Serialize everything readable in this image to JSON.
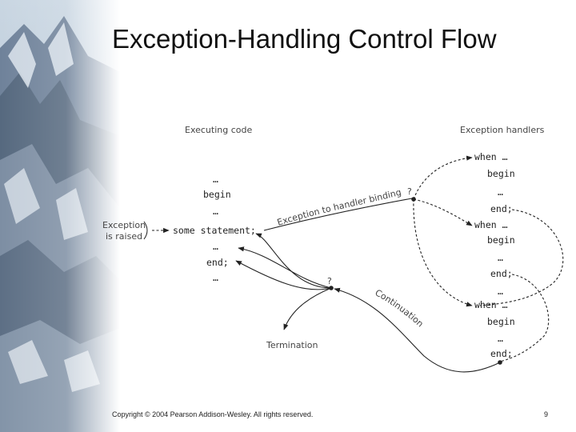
{
  "slide": {
    "title": "Exception-Handling Control Flow",
    "footer": "Copyright © 2004 Pearson Addison-Wesley. All rights reserved.",
    "page_number": "9"
  },
  "diagram": {
    "executing_code_title": "Executing code",
    "handlers_title": "Exception handlers",
    "code_lines": [
      "…",
      "begin",
      "…",
      "some statement;",
      "…",
      "end;",
      "…"
    ],
    "exception_raised": [
      "Exception",
      "is raised"
    ],
    "binding_label": "Exception to handler binding",
    "continuation_label": "Continuation",
    "termination_label": "Termination",
    "question_mark": "?",
    "handlers": [
      {
        "lines": [
          "when …",
          "begin",
          "…",
          "end;"
        ]
      },
      {
        "lines": [
          "when …",
          "begin",
          "…",
          "end;"
        ]
      },
      {
        "lines": [
          "when …",
          "begin",
          "…",
          "end;"
        ]
      }
    ],
    "between_handlers": "…"
  }
}
